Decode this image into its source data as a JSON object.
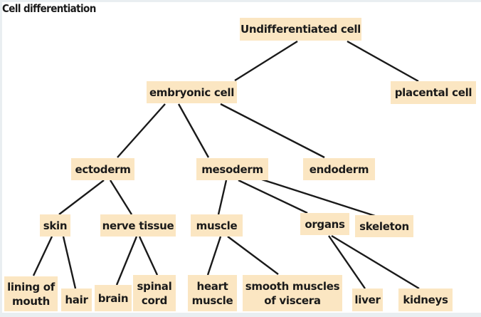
{
  "title": "Cell differentiation",
  "colors": {
    "node_fill": "#fbe6c2",
    "line": "#1a1a1a",
    "text": "#1a1a1a"
  },
  "nodes": {
    "undifferentiated": "Undifferentiated cell",
    "embryonic": "embryonic cell",
    "placental": "placental cell",
    "ectoderm": "ectoderm",
    "mesoderm": "mesoderm",
    "endoderm": "endoderm",
    "skin": "skin",
    "nerve_tissue": "nerve tissue",
    "muscle": "muscle",
    "organs": "organs",
    "skeleton": "skeleton",
    "lining_of_mouth": "lining of\nmouth",
    "hair": "hair",
    "brain": "brain",
    "spinal_cord": "spinal\ncord",
    "heart_muscle": "heart\nmuscle",
    "smooth_muscles": "smooth muscles\nof viscera",
    "liver": "liver",
    "kidneys": "kidneys"
  },
  "edges": [
    [
      "undifferentiated",
      "embryonic"
    ],
    [
      "undifferentiated",
      "placental"
    ],
    [
      "embryonic",
      "ectoderm"
    ],
    [
      "embryonic",
      "mesoderm"
    ],
    [
      "embryonic",
      "endoderm"
    ],
    [
      "ectoderm",
      "skin"
    ],
    [
      "ectoderm",
      "nerve_tissue"
    ],
    [
      "mesoderm",
      "muscle"
    ],
    [
      "mesoderm",
      "organs"
    ],
    [
      "mesoderm",
      "skeleton"
    ],
    [
      "skin",
      "lining_of_mouth"
    ],
    [
      "skin",
      "hair"
    ],
    [
      "nerve_tissue",
      "brain"
    ],
    [
      "nerve_tissue",
      "spinal_cord"
    ],
    [
      "muscle",
      "heart_muscle"
    ],
    [
      "muscle",
      "smooth_muscles"
    ],
    [
      "organs",
      "liver"
    ],
    [
      "organs",
      "kidneys"
    ]
  ]
}
